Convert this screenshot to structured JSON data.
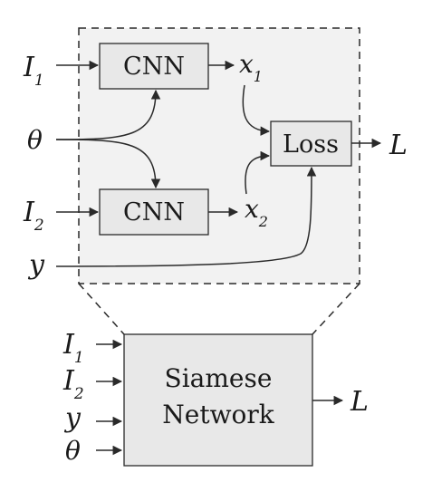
{
  "detail": {
    "inputs": {
      "i1": "I",
      "i1_sub": "1",
      "i2": "I",
      "i2_sub": "2",
      "theta": "θ",
      "y": "y"
    },
    "cnn_top": "CNN",
    "cnn_bottom": "CNN",
    "features": {
      "x1": "x",
      "x1_sub": "1",
      "x2": "x",
      "x2_sub": "2"
    },
    "loss": "Loss",
    "output": "L"
  },
  "compact": {
    "inputs": {
      "i1": "I",
      "i1_sub": "1",
      "i2": "I",
      "i2_sub": "2",
      "y": "y",
      "theta": "θ"
    },
    "block_line1": "Siamese",
    "block_line2": "Network",
    "output": "L"
  },
  "colors": {
    "panel": "#f2f2f2",
    "box": "#e8e8e8",
    "stroke": "#2a2a2a"
  }
}
